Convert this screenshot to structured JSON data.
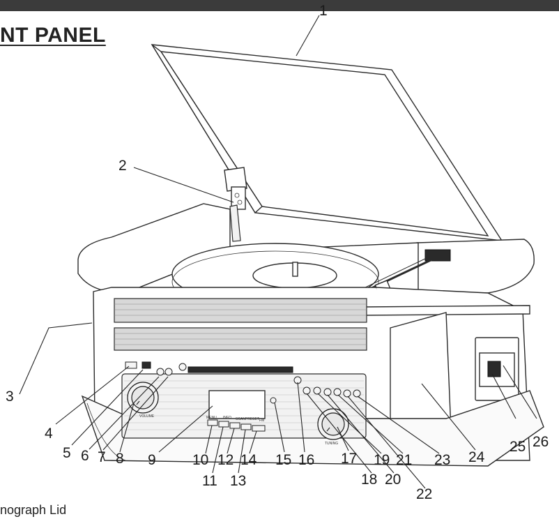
{
  "heading": "NT PANEL",
  "caption": "nograph Lid",
  "panel_labels": {
    "volume": "VOLUME",
    "menu": "MENU",
    "info": "INFO",
    "scan": "SCAN",
    "preset": "PRESET",
    "band": "FM",
    "tuning": "TUNING"
  },
  "callouts": [
    "1",
    "2",
    "3",
    "4",
    "5",
    "6",
    "7",
    "8",
    "9",
    "10",
    "11",
    "12",
    "13",
    "14",
    "15",
    "16",
    "17",
    "18",
    "19",
    "20",
    "21",
    "22",
    "23",
    "24",
    "25",
    "26"
  ],
  "colors": {
    "top_bar": "#3b3b3b",
    "line": "#222222"
  }
}
